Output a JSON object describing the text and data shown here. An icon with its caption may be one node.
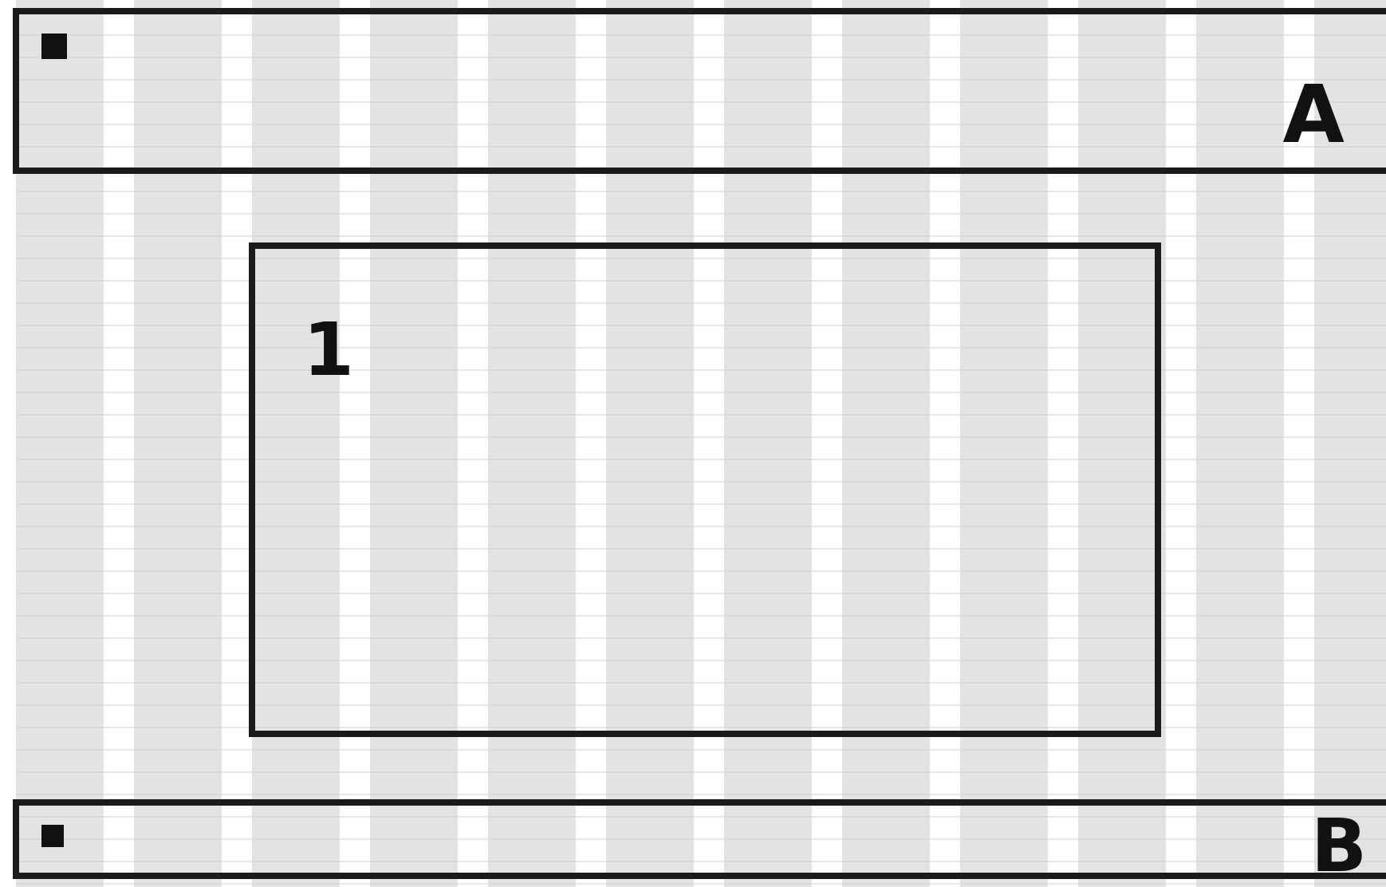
{
  "diagram": {
    "nodes": [
      {
        "text": [
          "A"
        ]
      },
      {
        "text": [
          "1"
        ]
      },
      {
        "text": [
          "B"
        ]
      }
    ]
  }
}
